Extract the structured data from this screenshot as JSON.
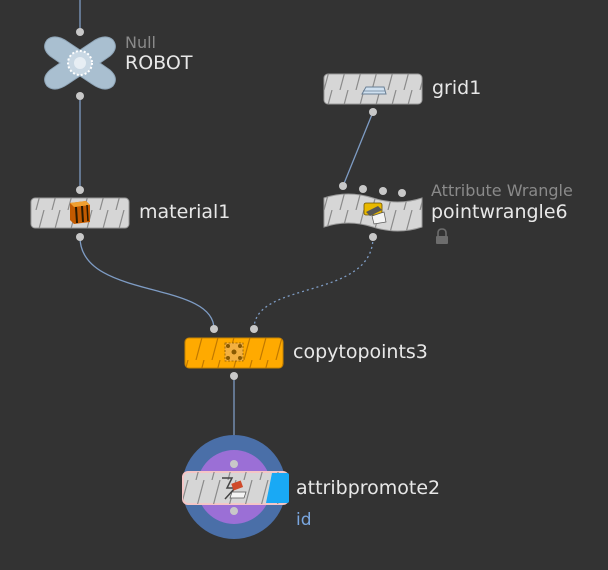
{
  "nodes": {
    "robot": {
      "type_label": "Null",
      "name": "ROBOT"
    },
    "grid": {
      "name": "grid1"
    },
    "material": {
      "name": "material1"
    },
    "pointwrangle": {
      "type_label": "Attribute Wrangle",
      "name": "pointwrangle6"
    },
    "copytopoints": {
      "name": "copytopoints3"
    },
    "attribpromote": {
      "name": "attribpromote2",
      "extra_label": "id"
    }
  },
  "colors": {
    "background": "#333333",
    "node_body": "#d6d6d6",
    "null_node": "#a9bfd0",
    "selected_node": "#ffaa00",
    "wire": "#7e9cc4",
    "connector": "#c8c8c8",
    "highlight_outer": "#4a6fa8",
    "highlight_inner": "#9b6fd6",
    "flag_blue": "#19a9f5"
  },
  "icons": {
    "robot": "null-node-icon",
    "grid": "grid-icon",
    "material": "material-icon",
    "pointwrangle": "wrangle-icon",
    "copytopoints": "copy-to-points-icon",
    "attribpromote": "attribpromote-icon",
    "lock": "lock-icon"
  }
}
